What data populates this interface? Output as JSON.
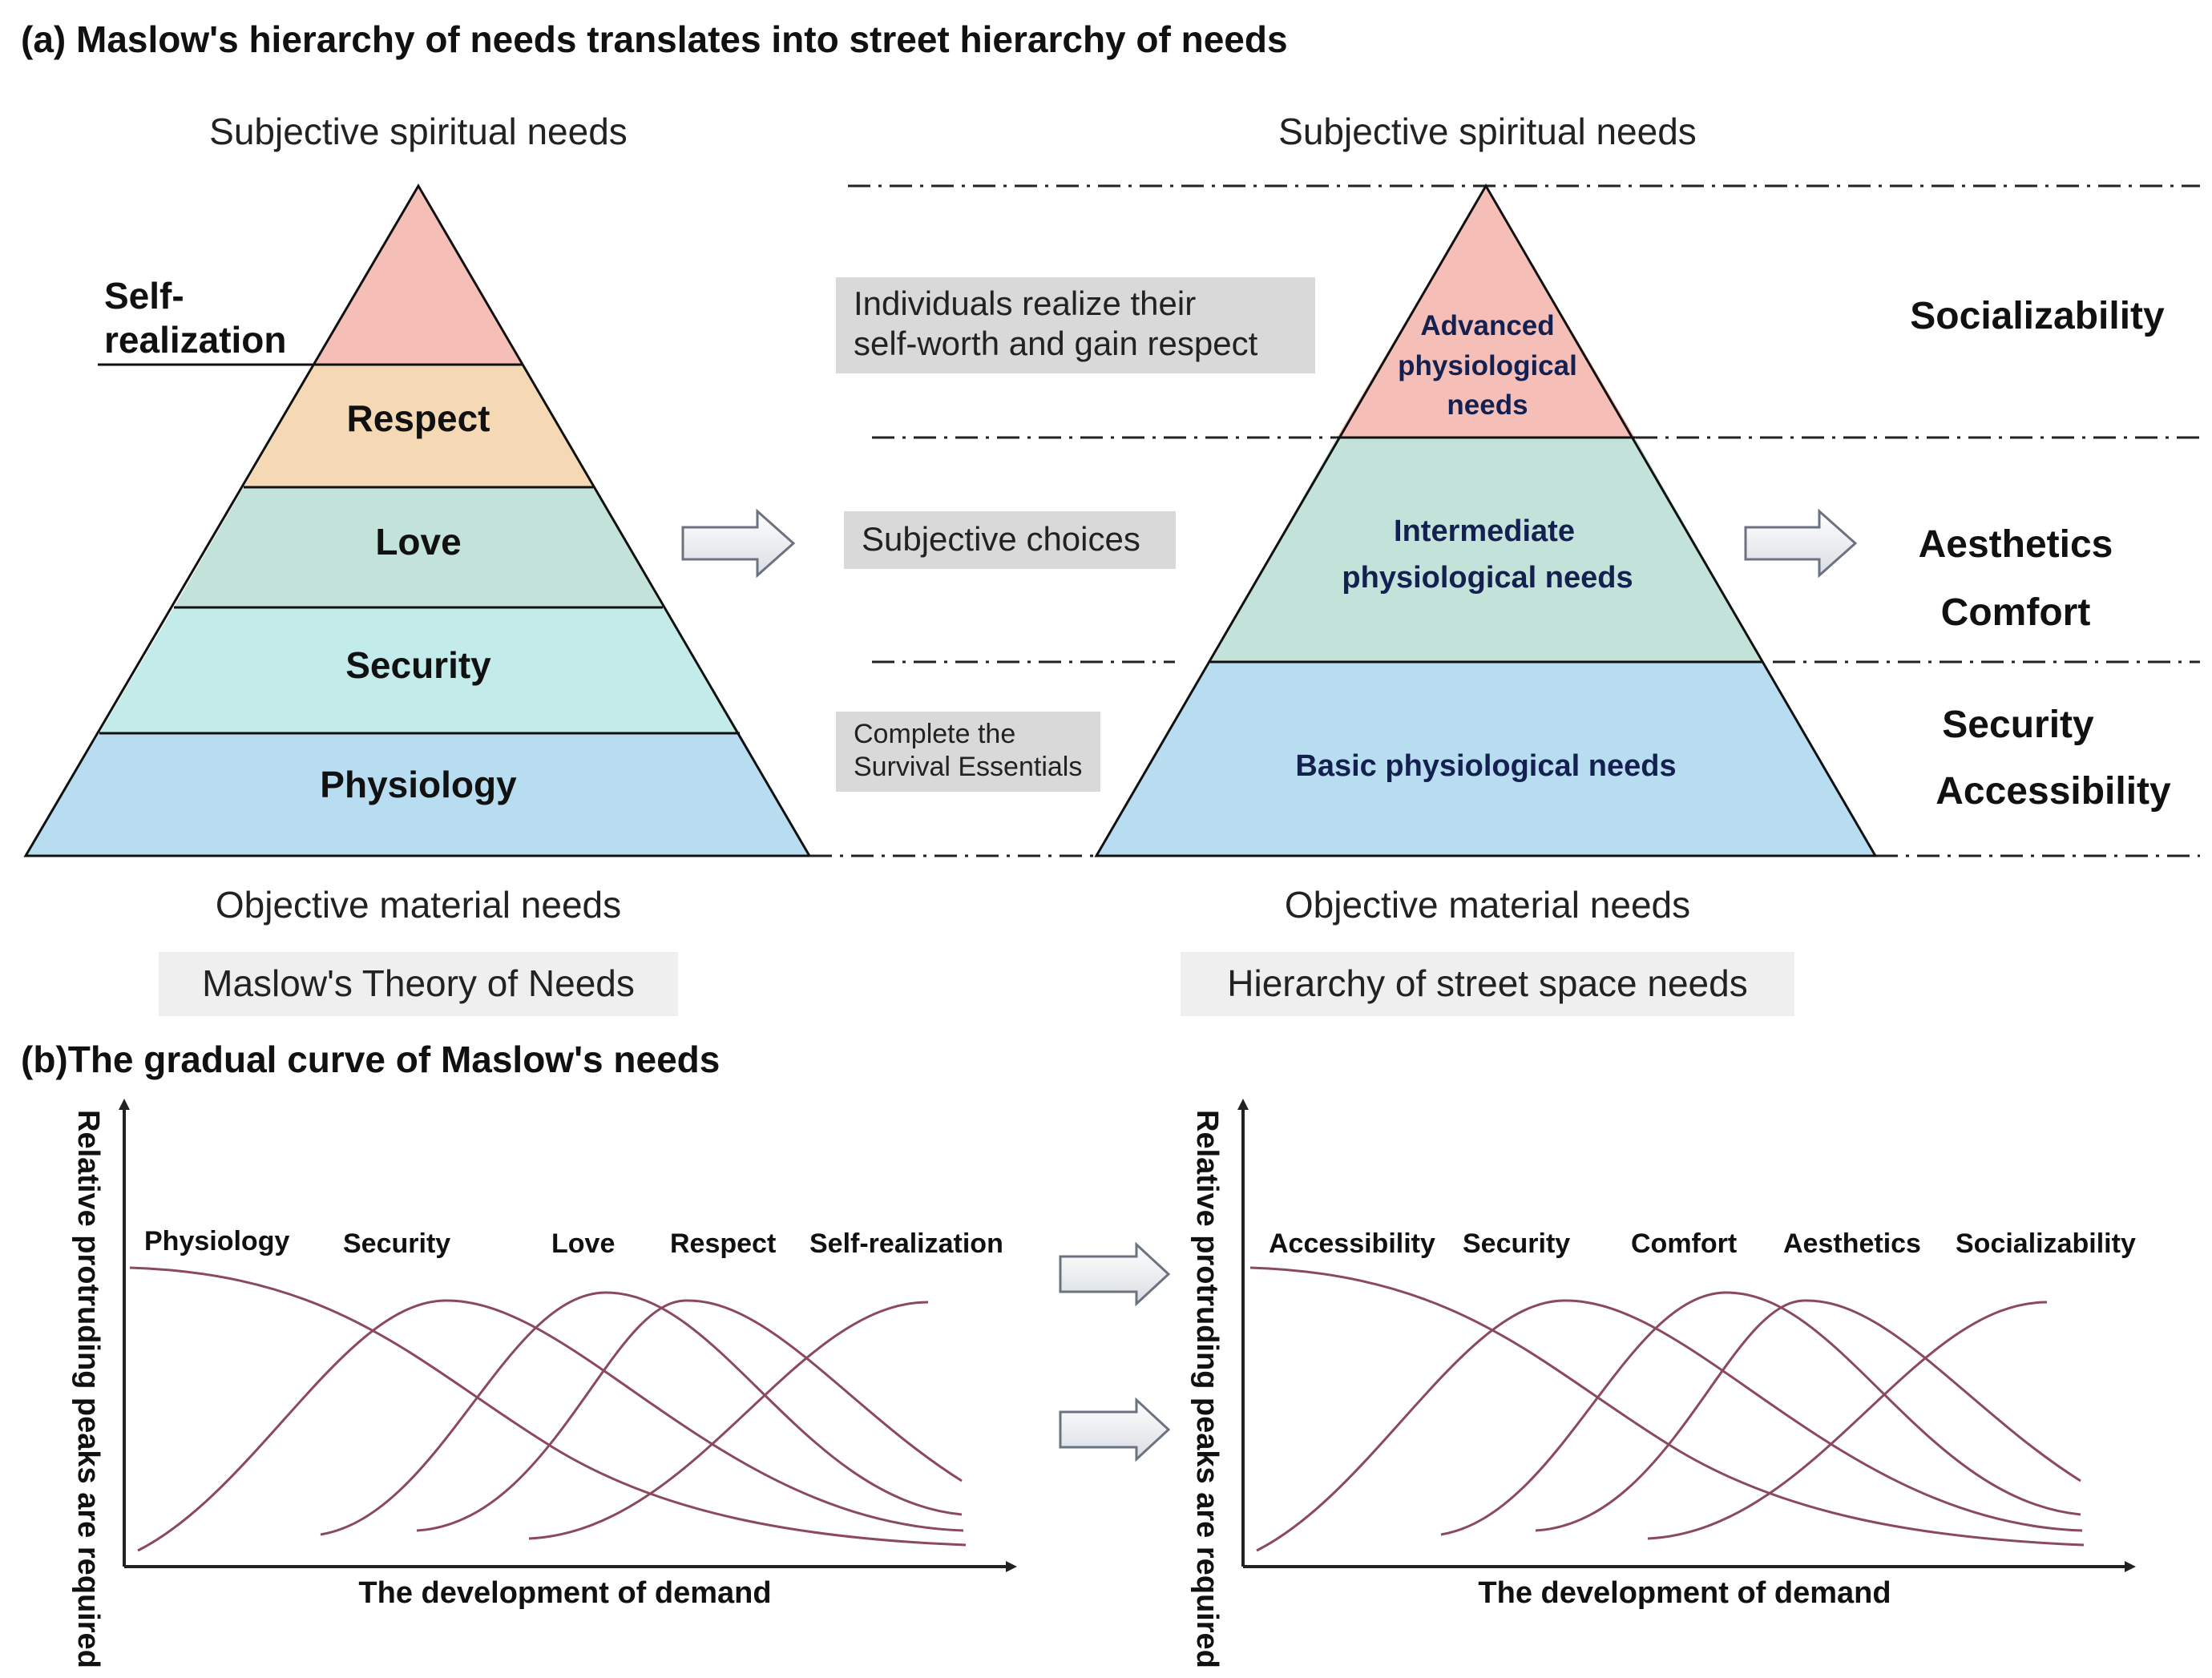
{
  "panel_a": {
    "title": "(a) Maslow's hierarchy of needs translates into street hierarchy of needs",
    "left": {
      "top_label": "Subjective spiritual needs",
      "bottom_label": "Objective material needs",
      "caption": "Maslow's Theory of Needs",
      "self_realization_label": [
        "Self-",
        "realization"
      ],
      "levels": [
        "Respect",
        "Love",
        "Security",
        "Physiology"
      ],
      "colors": {
        "top": "#f5bfb8",
        "respect": "#f5d9b4",
        "love": "#c3e3da",
        "security": "#c3ebe9",
        "physiology": "#b8dcf0"
      }
    },
    "middle_boxes": [
      [
        "Individuals realize their",
        "self-worth and gain respect"
      ],
      [
        "Subjective choices"
      ],
      [
        "Complete the",
        "Survival Essentials"
      ]
    ],
    "right": {
      "top_label": "Subjective spiritual needs",
      "bottom_label": "Objective material needs",
      "caption": "Hierarchy of street space needs",
      "levels": [
        [
          "Advanced",
          "physiological",
          "needs"
        ],
        [
          "Intermediate",
          "physiological needs"
        ],
        [
          "Basic physiological needs"
        ]
      ],
      "colors": {
        "top": "#f5bfb8",
        "mid": "#c3e3da",
        "bottom": "#b8dcf0"
      },
      "side_labels": [
        [
          "Socializability"
        ],
        [
          "Aesthetics",
          "Comfort"
        ],
        [
          "Security",
          "Accessibility"
        ]
      ]
    }
  },
  "panel_b": {
    "title": "(b)The gradual curve of Maslow's needs",
    "curve_color": "#8a4a5c",
    "left": {
      "y_axis": "Relative protruding peaks are required",
      "x_axis": "The development of demand",
      "curve_labels": [
        "Physiology",
        "Security",
        "Love",
        "Respect",
        "Self-realization"
      ]
    },
    "right": {
      "y_axis": "Relative protruding peaks are required",
      "x_axis": "The development of demand",
      "curve_labels": [
        "Accessibility",
        "Security",
        "Comfort",
        "Aesthetics",
        "Socializability"
      ]
    }
  }
}
